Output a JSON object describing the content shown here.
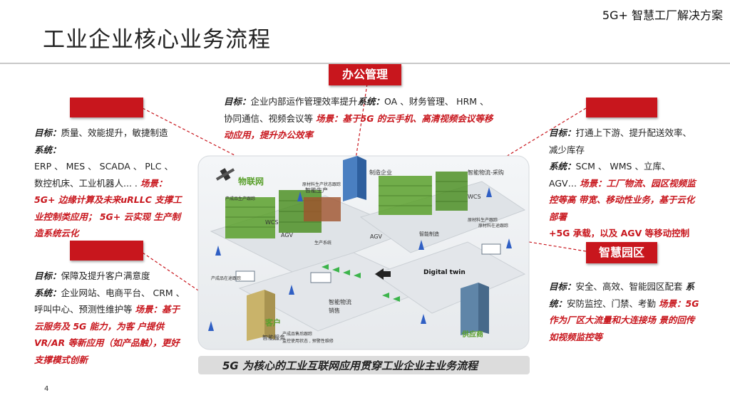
{
  "header": {
    "brand": "5G+ 智慧工厂解决方案",
    "title": "工业企业核心业务流程"
  },
  "office": {
    "tag": "办公管理",
    "goal_label": "目标：",
    "goal": "企业内部运作管理效率提升",
    "sys_label": "系统：",
    "sys": "OA 、财务管理、 HRM 、协同通信、视频会议等",
    "scene_label": "场景：",
    "scene": "基于5G 的云手机、高清视频会议等移动应用，提升办公效率"
  },
  "production": {
    "goal_label": "目标：",
    "goal": "质量、效能提升，敏捷制造",
    "sys_label": "系统：",
    "sys": "ERP 、 MES 、 SCADA 、 PLC 、 数控机床、工业机器人... .",
    "scene_label": "场景：",
    "scene": "5G+ 边缘计算及未来uRLLC 支撑工业控制类应用； 5G+ 云实现 生产制造系统云化"
  },
  "customer": {
    "goal_label": "目标：",
    "goal": "保障及提升客户满意度",
    "sys_label": "系统：",
    "sys": "企业网站、电商平台、 CRM 、 呼叫中心、预测性维护等",
    "scene_label": "场景：",
    "scene": "基于云服务及 5G 能力，为客 户提供VR/AR 等新应用（如产品触），更好支撑模式创新"
  },
  "logistics": {
    "goal_label": "目标：",
    "goal": "打通上下游、提升配送效率、减少库存",
    "sys_label": "系统：",
    "sys": "SCM 、 WMS 、立库、 AGV…",
    "scene_label": "场景：",
    "scene": "工厂物流、园区视频监控等高 带宽、移动性业务，基于云化部署",
    "extra": "+5G 承载，以及 AGV 等移动控制"
  },
  "park": {
    "tag": "智慧园区",
    "goal_label": "目标：",
    "goal": "安全、高效、智能园区配套",
    "sys_label": "系统：",
    "sys": "安防监控、门禁、考勤",
    "scene_label": "场景：",
    "scene": "5G 作为厂区大流量和大连接场 景的回传如视频监控等"
  },
  "illustration": {
    "iot": "物联网",
    "enterprise": "制造企业",
    "wcs1": "WCS",
    "wcs2": "WCS",
    "agv1": "AGV",
    "agv2": "AGV",
    "smart_prod": "智能生产",
    "logistics_purchase": "智能物流-采购",
    "digital_twin": "Digital twin",
    "smart_logistics": "智能物流",
    "sales": "销售",
    "customer": "客户",
    "supplier": "供应商",
    "smart_service": "智能服务",
    "raw_material": "原材料生产状态跟踪",
    "raw_material2": "原材料生产跟踪",
    "prod_track": "产成品生产跟踪",
    "product_ship": "产成品在途跟踪",
    "sales_ship": "原材料在途跟踪",
    "lifecycle": "产成品售后跟踪",
    "monitor": "监控使用状态 , 预警性维修",
    "production_line": "生产系统",
    "smart_mfg": "智能制造"
  },
  "footer": {
    "text": "5G 为核心的工业互联网应用贯穿工业企业主业务流程",
    "page": "4"
  },
  "colors": {
    "accent": "#c8161d",
    "rack_green": "#5aa02c",
    "building_blue": "#4a7fc1"
  }
}
